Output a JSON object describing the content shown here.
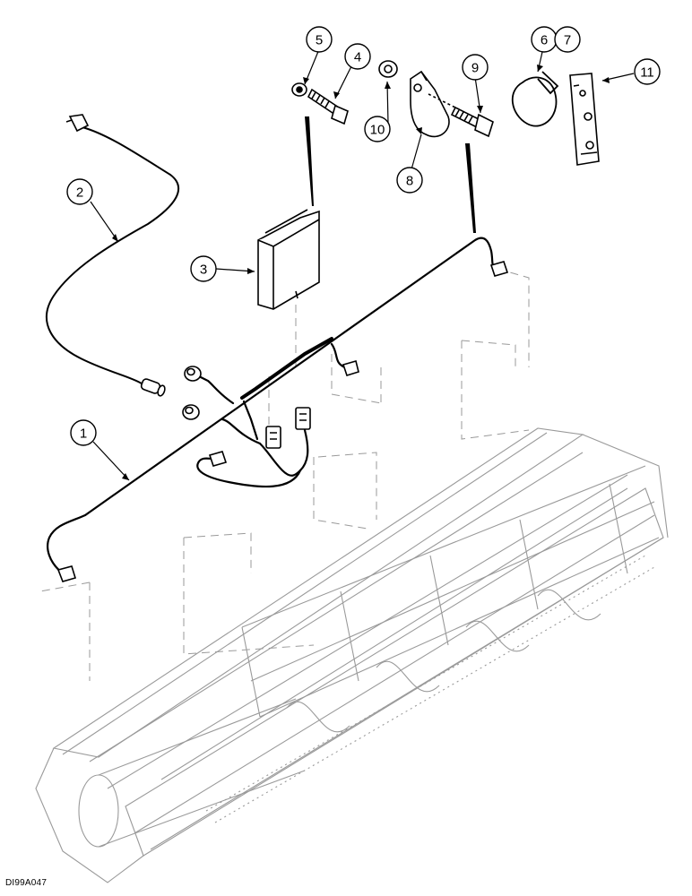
{
  "figure_id": "DI99A047",
  "callouts": [
    {
      "id": "c1",
      "label": "1"
    },
    {
      "id": "c2",
      "label": "2"
    },
    {
      "id": "c3",
      "label": "3"
    },
    {
      "id": "c4",
      "label": "4"
    },
    {
      "id": "c5",
      "label": "5"
    },
    {
      "id": "c6",
      "label": "6"
    },
    {
      "id": "c7",
      "label": "7"
    },
    {
      "id": "c8",
      "label": "8"
    },
    {
      "id": "c9",
      "label": "9"
    },
    {
      "id": "c10",
      "label": "10"
    },
    {
      "id": "c11",
      "label": "11"
    }
  ],
  "colors": {
    "line": "#000000",
    "faint": "#9a9a9a",
    "paper": "#ffffff"
  }
}
